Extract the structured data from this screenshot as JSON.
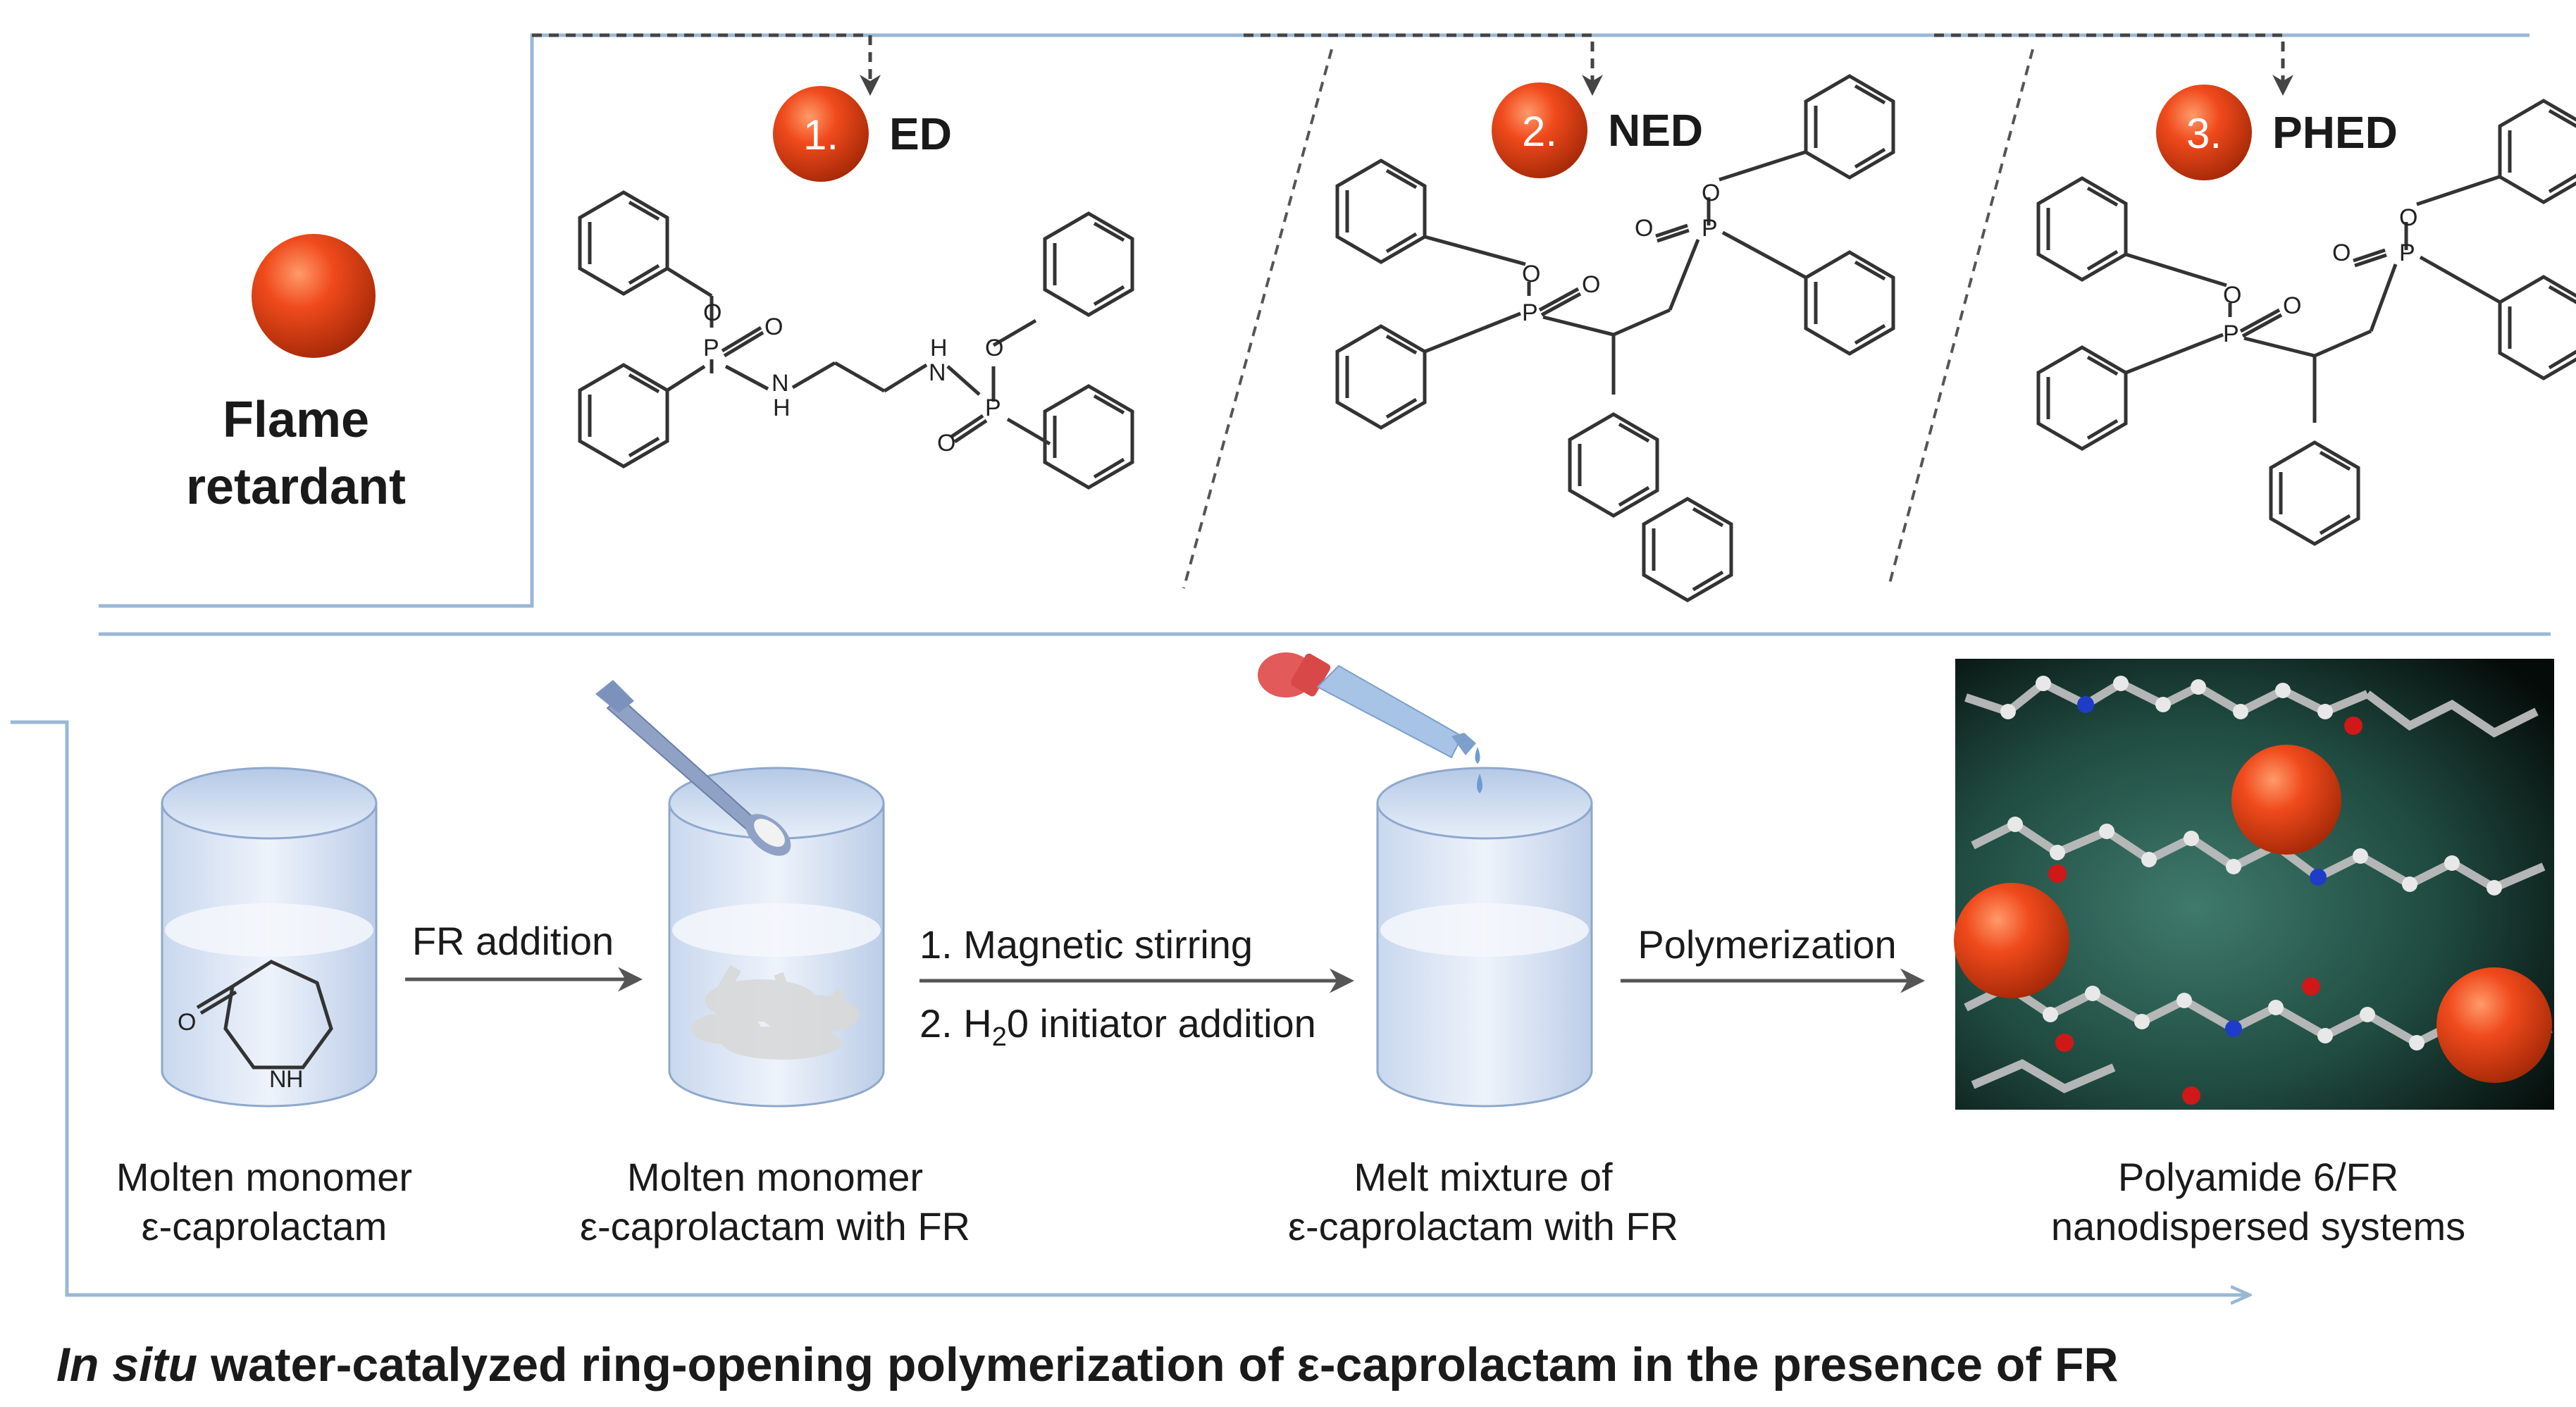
{
  "flame_retardant": {
    "label_line1": "Flame",
    "label_line2": "retardant"
  },
  "compounds": [
    {
      "number": "1.",
      "name": "ED"
    },
    {
      "number": "2.",
      "name": "NED"
    },
    {
      "number": "3.",
      "name": "PHED"
    }
  ],
  "atoms": {
    "O": "O",
    "P": "P",
    "NH": "N",
    "H": "H"
  },
  "steps": [
    {
      "line1": "Molten monomer",
      "line2": "ε-caprolactam"
    },
    {
      "line1": "Molten monomer",
      "line2": "ε-caprolactam with FR"
    },
    {
      "line1": "Melt mixture of",
      "line2": "ε-caprolactam with FR"
    },
    {
      "line1": "Polyamide 6/FR",
      "line2": "nanodispersed systems"
    }
  ],
  "arrows": {
    "a1": "FR addition",
    "a2_line1": "1. Magnetic stirring",
    "a2_line2_prefix": "2. H",
    "a2_line2_sub": "2",
    "a2_line2_suffix": "0 initiator addition",
    "a3": "Polymerization"
  },
  "caption": {
    "italic": "In situ",
    "text": " water-catalyzed ring-opening polymerization of  ε-caprolactam in the presence of FR"
  },
  "colors": {
    "frame_line": "#9ab8d6",
    "ball": "#e8431a",
    "arrow": "#555555",
    "dashed": "#444444"
  }
}
